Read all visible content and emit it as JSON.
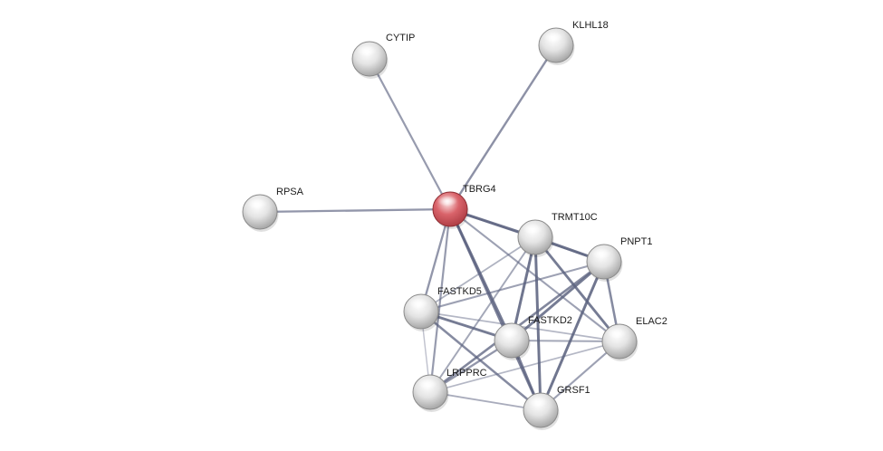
{
  "network": {
    "colors": {
      "query_node": "#d9636a",
      "query_node_light": "#fbe3e4",
      "query_node_dark": "#a8383f",
      "node": "#c8c8c8",
      "node_light": "#ffffff",
      "node_dark": "#9a9a9a",
      "edge": "#5c6380",
      "label": "#1a1a1a"
    },
    "nodes": [
      {
        "id": "TBRG4",
        "label": "TBRG4",
        "query": true
      },
      {
        "id": "CYTIP",
        "label": "CYTIP",
        "query": false
      },
      {
        "id": "KLHL18",
        "label": "KLHL18",
        "query": false
      },
      {
        "id": "RPSA",
        "label": "RPSA",
        "query": false
      },
      {
        "id": "TRMT10C",
        "label": "TRMT10C",
        "query": false
      },
      {
        "id": "PNPT1",
        "label": "PNPT1",
        "query": false
      },
      {
        "id": "FASTKD5",
        "label": "FASTKD5",
        "query": false
      },
      {
        "id": "FASTKD2",
        "label": "FASTKD2",
        "query": false
      },
      {
        "id": "ELAC2",
        "label": "ELAC2",
        "query": false
      },
      {
        "id": "LRPPRC",
        "label": "LRPPRC",
        "query": false
      },
      {
        "id": "GRSF1",
        "label": "GRSF1",
        "query": false
      }
    ],
    "edges": [
      {
        "source": "TBRG4",
        "target": "CYTIP",
        "strength": 0.55
      },
      {
        "source": "TBRG4",
        "target": "KLHL18",
        "strength": 0.65
      },
      {
        "source": "TBRG4",
        "target": "RPSA",
        "strength": 0.6
      },
      {
        "source": "TBRG4",
        "target": "TRMT10C",
        "strength": 0.9
      },
      {
        "source": "TBRG4",
        "target": "PNPT1",
        "strength": 0.5
      },
      {
        "source": "TBRG4",
        "target": "FASTKD5",
        "strength": 0.6
      },
      {
        "source": "TBRG4",
        "target": "FASTKD2",
        "strength": 0.85
      },
      {
        "source": "TBRG4",
        "target": "ELAC2",
        "strength": 0.5
      },
      {
        "source": "TBRG4",
        "target": "LRPPRC",
        "strength": 0.55
      },
      {
        "source": "TBRG4",
        "target": "GRSF1",
        "strength": 0.8
      },
      {
        "source": "TRMT10C",
        "target": "PNPT1",
        "strength": 0.9
      },
      {
        "source": "TRMT10C",
        "target": "FASTKD5",
        "strength": 0.35
      },
      {
        "source": "TRMT10C",
        "target": "FASTKD2",
        "strength": 0.9
      },
      {
        "source": "TRMT10C",
        "target": "ELAC2",
        "strength": 0.85
      },
      {
        "source": "TRMT10C",
        "target": "LRPPRC",
        "strength": 0.45
      },
      {
        "source": "TRMT10C",
        "target": "GRSF1",
        "strength": 0.9
      },
      {
        "source": "PNPT1",
        "target": "FASTKD5",
        "strength": 0.5
      },
      {
        "source": "PNPT1",
        "target": "FASTKD2",
        "strength": 0.85
      },
      {
        "source": "PNPT1",
        "target": "ELAC2",
        "strength": 0.7
      },
      {
        "source": "PNPT1",
        "target": "LRPPRC",
        "strength": 0.75
      },
      {
        "source": "PNPT1",
        "target": "GRSF1",
        "strength": 0.9
      },
      {
        "source": "FASTKD5",
        "target": "FASTKD2",
        "strength": 0.85
      },
      {
        "source": "FASTKD5",
        "target": "ELAC2",
        "strength": 0.3
      },
      {
        "source": "FASTKD5",
        "target": "LRPPRC",
        "strength": 0.2
      },
      {
        "source": "FASTKD5",
        "target": "GRSF1",
        "strength": 0.7
      },
      {
        "source": "FASTKD2",
        "target": "ELAC2",
        "strength": 0.45
      },
      {
        "source": "FASTKD2",
        "target": "LRPPRC",
        "strength": 0.6
      },
      {
        "source": "FASTKD2",
        "target": "GRSF1",
        "strength": 0.8
      },
      {
        "source": "ELAC2",
        "target": "LRPPRC",
        "strength": 0.3
      },
      {
        "source": "ELAC2",
        "target": "GRSF1",
        "strength": 0.5
      },
      {
        "source": "LRPPRC",
        "target": "GRSF1",
        "strength": 0.4
      }
    ]
  }
}
